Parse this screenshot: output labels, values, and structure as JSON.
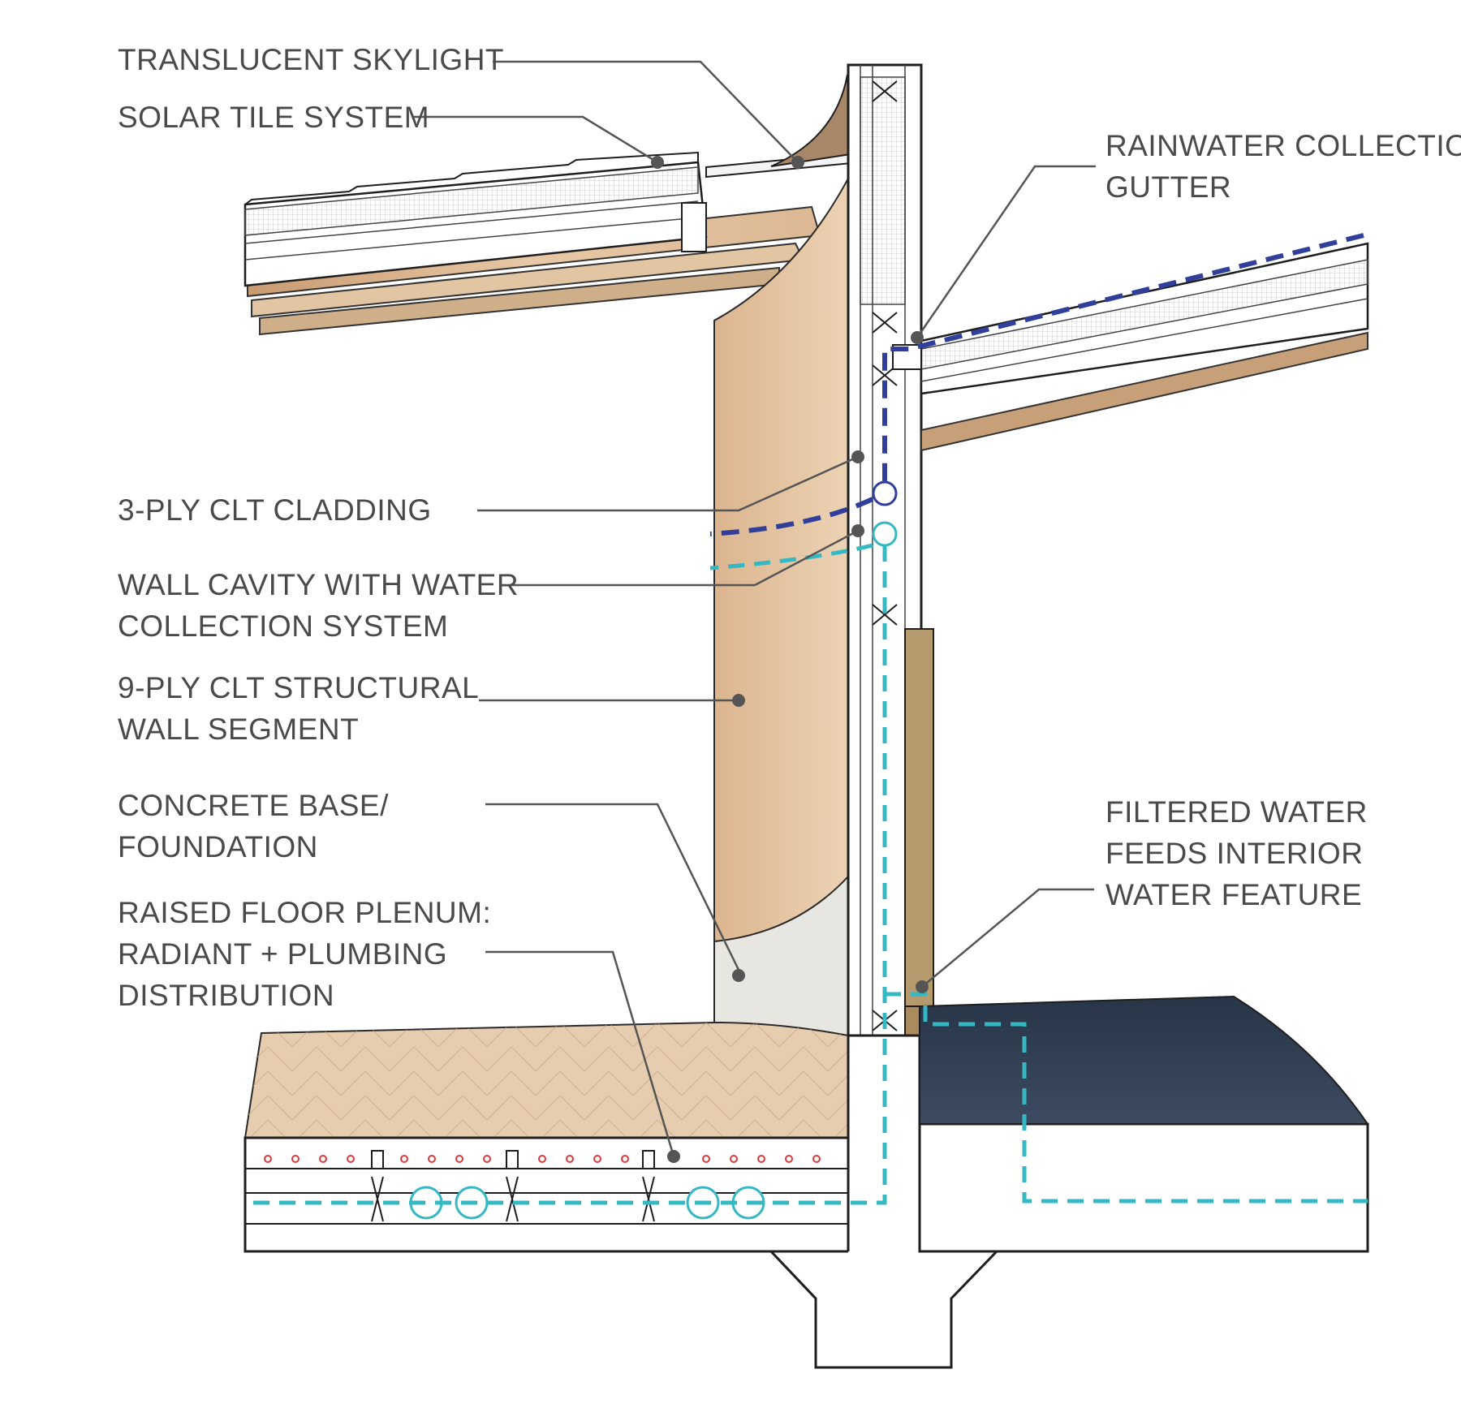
{
  "callouts": {
    "translucent_skylight": [
      "TRANSLUCENT SKYLIGHT"
    ],
    "solar_tile_system": [
      "SOLAR TILE SYSTEM"
    ],
    "rainwater_gutter": [
      "RAINWATER COLLECTION",
      "GUTTER"
    ],
    "clt_cladding": [
      "3-PLY CLT CLADDING"
    ],
    "wall_cavity": [
      "WALL CAVITY  WITH WATER",
      "COLLECTION SYSTEM"
    ],
    "structural_wall": [
      "9-PLY CLT STRUCTURAL",
      "WALL SEGMENT"
    ],
    "concrete_base": [
      "CONCRETE BASE/",
      "FOUNDATION"
    ],
    "raised_floor": [
      "RAISED FLOOR PLENUM:",
      "RADIANT + PLUMBING",
      "DISTRIBUTION"
    ],
    "filtered_water": [
      "FILTERED WATER",
      "FEEDS INTERIOR",
      "WATER FEATURE"
    ]
  },
  "colors": {
    "label_text": "#4a4a4a",
    "leader_line": "#555555",
    "rainwater_line": "#2f3f9a",
    "filtered_water_line": "#33b8c4",
    "radiant_dots": "#e03a3a",
    "wood": "#d9b48f",
    "concrete": "#e6e4df",
    "water_feature": "#2e3c4e",
    "outline": "#1e1e1e"
  }
}
